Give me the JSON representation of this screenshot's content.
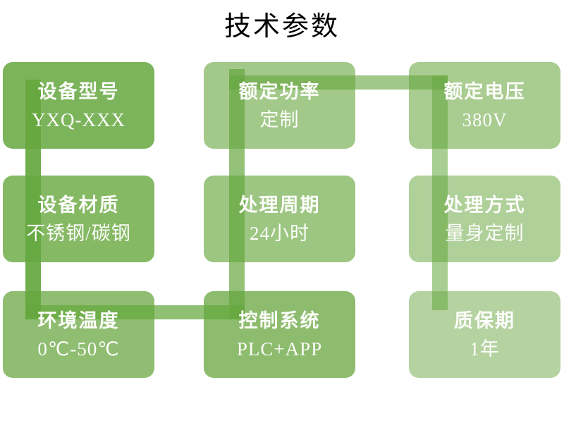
{
  "title": "技术参数",
  "colors": {
    "accent_base": "#65A73F",
    "text": "#FFFFFF",
    "title_text": "#000000"
  },
  "connector": {
    "col1_vertical": "rgba(101,167,63,0.92)",
    "bottom_horizontal": "rgba(101,167,63,0.72)",
    "col2_vertical": "rgba(101,167,63,0.70)",
    "top_horizontal": "rgba(101,167,63,0.62)",
    "col3_vertical": "rgba(101,167,63,0.56)"
  },
  "boxes": [
    {
      "name": "device-model",
      "line1": "设备型号",
      "line2": "YXQ-XXX",
      "fill": "#7CB45C",
      "sequence": 1
    },
    {
      "name": "rated-power",
      "line1": "额定功率",
      "line2": "定制",
      "fill": "#A3C98A",
      "sequence": 6
    },
    {
      "name": "rated-voltage",
      "line1": "额定电压",
      "line2": "380V",
      "fill": "#A9CC90",
      "sequence": 7
    },
    {
      "name": "device-material",
      "line1": "设备材质",
      "line2": "不锈钢/碳钢",
      "fill": "#85B964",
      "sequence": 2
    },
    {
      "name": "processing-cycle",
      "line1": "处理周期",
      "line2": "24小时",
      "fill": "#9CC681",
      "sequence": 5
    },
    {
      "name": "processing-method",
      "line1": "处理方式",
      "line2": "量身定制",
      "fill": "#AFD099",
      "sequence": 8
    },
    {
      "name": "ambient-temperature",
      "line1": "环境温度",
      "line2": "0℃-50℃",
      "fill": "#8FBD71",
      "sequence": 3
    },
    {
      "name": "control-system",
      "line1": "控制系统",
      "line2": "PLC+APP",
      "fill": "#8DBC6E",
      "sequence": 4
    },
    {
      "name": "warranty-period",
      "line1": "质保期",
      "line2": "1年",
      "fill": "#B5D3A1",
      "sequence": 9
    }
  ]
}
